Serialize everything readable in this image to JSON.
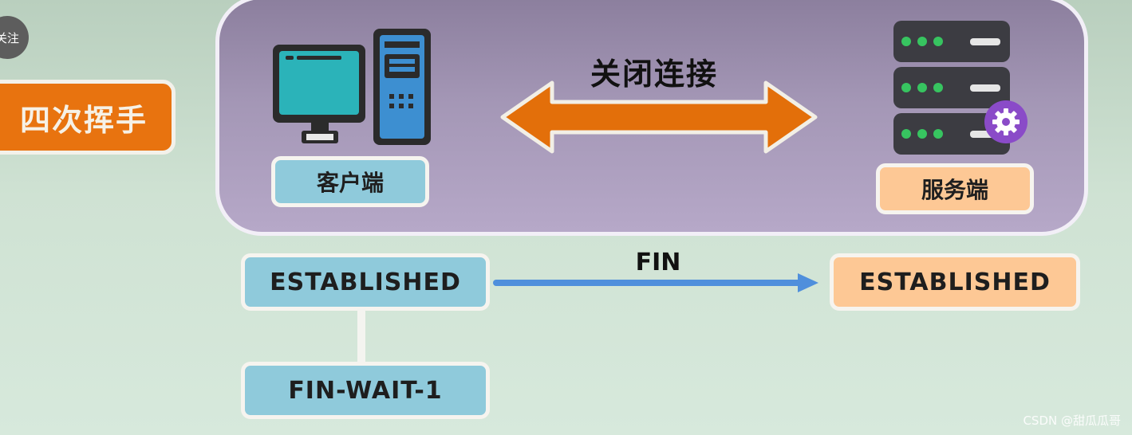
{
  "sidebar": {
    "follow_label": "关注",
    "section_tag": "四次挥手"
  },
  "diagram": {
    "action_title": "关闭连接",
    "client_label": "客户端",
    "server_label": "服务端",
    "message_label": "FIN",
    "client_states": [
      "ESTABLISHED",
      "FIN-WAIT-1"
    ],
    "server_states": [
      "ESTABLISHED"
    ]
  },
  "icons": {
    "client": "desktop-computer-icon",
    "server": "server-rack-icon",
    "gear": "gear-icon"
  },
  "colors": {
    "panel": "#a497b6",
    "arrow": "#e36f0a",
    "client_box": "#8fcadb",
    "server_box": "#fdc895",
    "message_arrow": "#4f8fdc",
    "tag": "#e8730f"
  },
  "watermark": "CSDN @甜瓜瓜哥"
}
